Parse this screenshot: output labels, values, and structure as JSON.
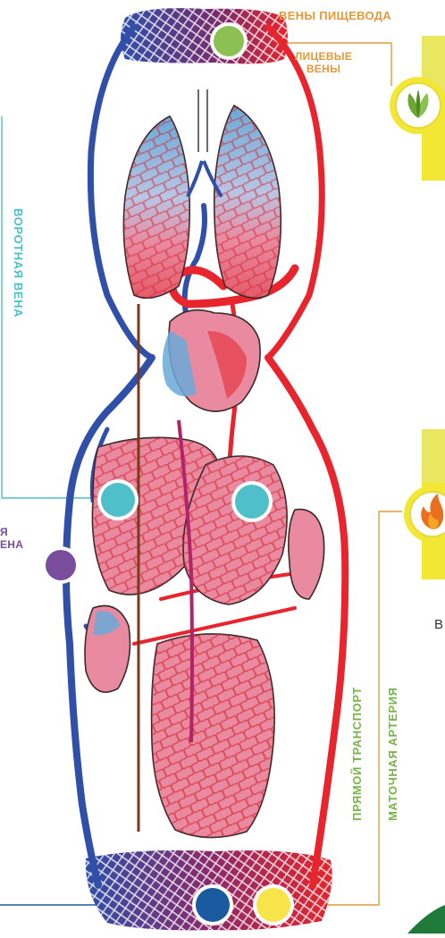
{
  "labels": {
    "esophageal_veins": "ВЕНЫ ПИЩЕВОДА",
    "facial_veins_line1": "ЛИЦЕВЫЕ",
    "facial_veins_line2": "ВЕНЫ",
    "portal_vein": "ВОРОТНАЯ ВЕНА",
    "cut_label_line1": "Я",
    "cut_label_line2": "ЕНА",
    "direct_transport": "ПРЯМОЙ ТРАНСПОРТ",
    "uterine_artery": "МАТОЧНАЯ АРТЕРИЯ",
    "cut_letter": "В"
  },
  "colors": {
    "vein": "#2f4fa8",
    "artery": "#e8242c",
    "organ_fill": "#e98aa0",
    "organ_outline": "#3a2a2a",
    "label_orange": "#e49a3a",
    "label_teal": "#4fbfc9",
    "label_purple": "#7a4c9e",
    "label_green": "#76b743",
    "dot_green": "#8cc152",
    "dot_teal": "#4fbfc9",
    "dot_purple": "#7a4c9e",
    "dot_navy": "#1a5ba0",
    "dot_yellow": "#f7e34a",
    "panel_yellow": "#f3e736"
  },
  "icons": [
    "leaf-icon",
    "flame-icon"
  ]
}
